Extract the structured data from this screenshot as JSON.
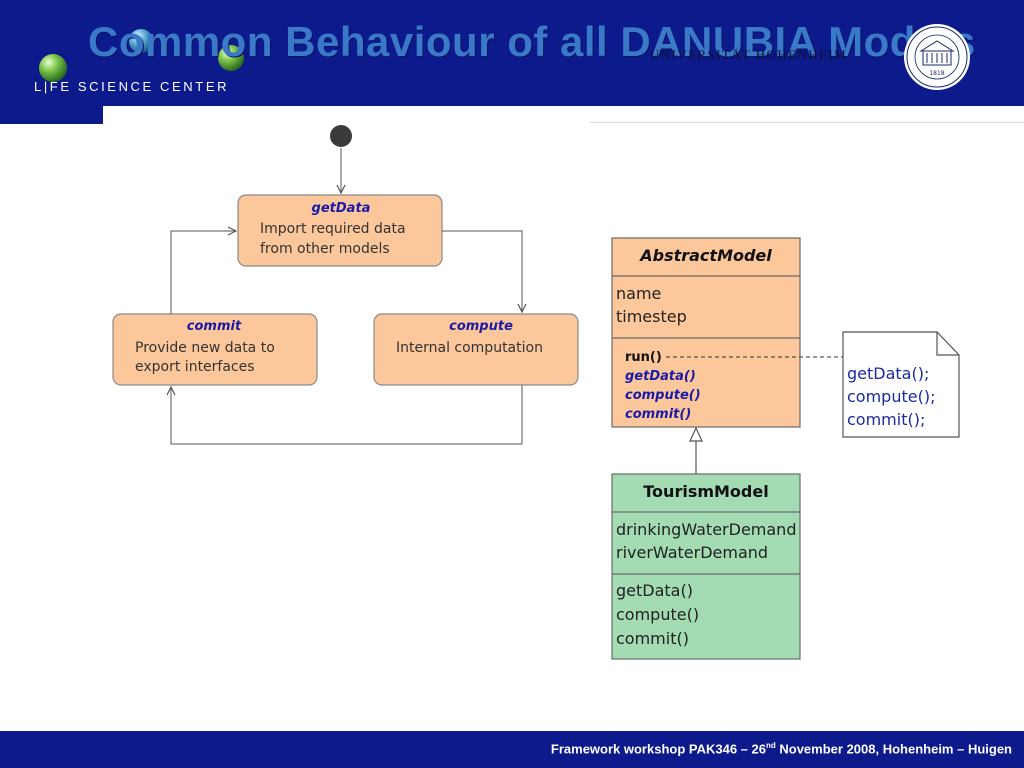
{
  "header": {
    "title": "Common Behaviour of all DANUBIA Models",
    "logo_text": "L|FE SCIENCE CENTER",
    "university": "UNIVERSITÄT HOHENHEIM",
    "seal_year": "1818"
  },
  "activity_diagram": {
    "states": [
      {
        "name": "getData",
        "description_lines": [
          "Import required data",
          "from other models"
        ]
      },
      {
        "name": "compute",
        "description_lines": [
          "Internal computation"
        ]
      },
      {
        "name": "commit",
        "description_lines": [
          "Provide new data to",
          "export interfaces"
        ]
      }
    ]
  },
  "class_diagram": {
    "abstract_class": {
      "name": "AbstractModel",
      "attributes": [
        "name",
        "timestep"
      ],
      "operations": [
        "run()",
        "getData()",
        "compute()",
        "commit()"
      ]
    },
    "note_lines": [
      "getData();",
      "compute();",
      "commit();"
    ],
    "subclass": {
      "name": "TourismModel",
      "attributes": [
        "drinkingWaterDemand",
        "riverWaterDemand"
      ],
      "operations": [
        "getData()",
        "compute()",
        "commit()"
      ]
    }
  },
  "footer": {
    "text_before": "Framework workshop PAK346 – 26",
    "superscript": "nd",
    "text_after": " November 2008, Hohenheim – Huigen"
  },
  "colors": {
    "header_blue": "#0c1a8c",
    "title_blue": "#3a78c8",
    "state_fill": "#fcc79a",
    "subclass_fill": "#a3dbb3",
    "italic_blue": "#1a1aa8"
  }
}
